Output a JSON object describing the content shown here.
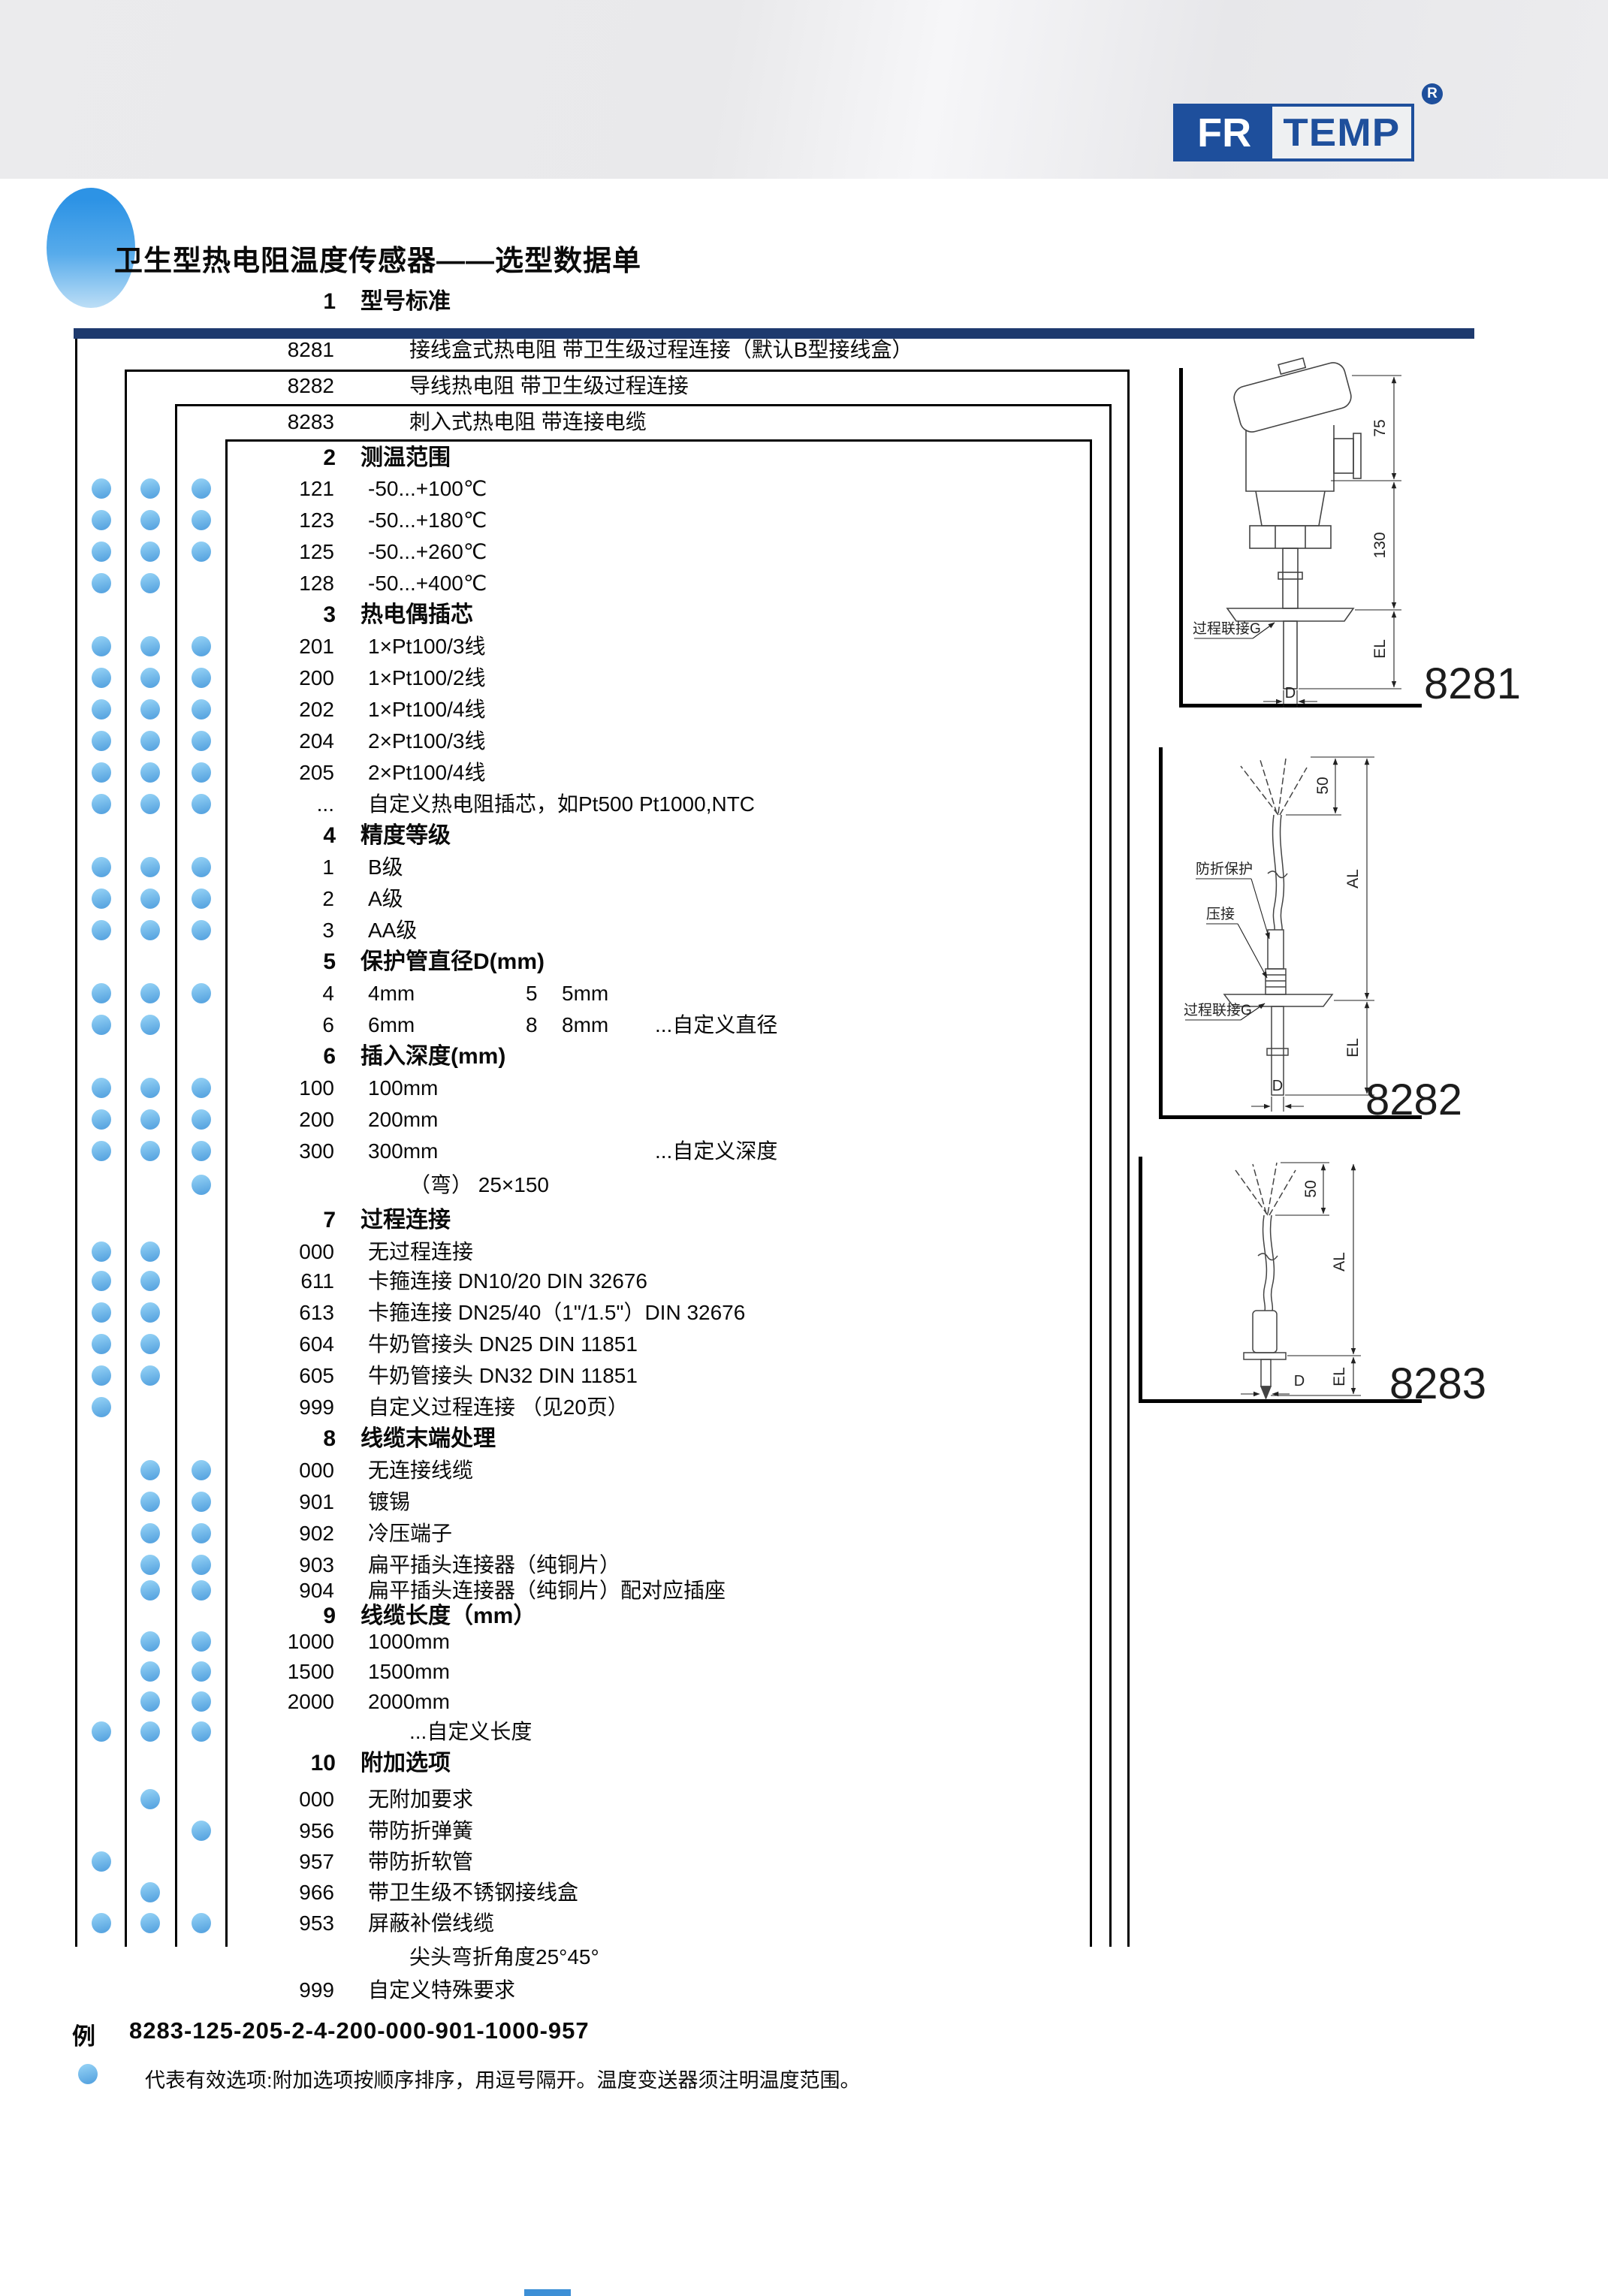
{
  "logo": {
    "fr": "FR",
    "temp": "TEMP",
    "reg": "R"
  },
  "page_title": "卫生型热电阻温度传感器——选型数据单",
  "table": {
    "section1": {
      "number": "1",
      "title": "型号标准"
    },
    "models": [
      {
        "code": "8281",
        "desc": "接线盒式热电阻 带卫生级过程连接（默认B型接线盒）"
      },
      {
        "code": "8282",
        "desc": "导线热电阻 带卫生级过程连接"
      },
      {
        "code": "8283",
        "desc": "刺入式热电阻 带连接电缆"
      }
    ],
    "sections": [
      {
        "number": "2",
        "title": "测温范围",
        "rows": [
          {
            "code": "121",
            "value": "-50...+100℃",
            "dots": [
              1,
              1,
              1
            ]
          },
          {
            "code": "123",
            "value": "-50...+180℃",
            "dots": [
              1,
              1,
              1
            ]
          },
          {
            "code": "125",
            "value": "-50...+260℃",
            "dots": [
              1,
              1,
              1
            ]
          },
          {
            "code": "128",
            "value": "-50...+400℃",
            "dots": [
              1,
              1,
              0
            ]
          }
        ]
      },
      {
        "number": "3",
        "title": "热电偶插芯",
        "rows": [
          {
            "code": "201",
            "value": "1×Pt100/3线",
            "dots": [
              1,
              1,
              1
            ]
          },
          {
            "code": "200",
            "value": "1×Pt100/2线",
            "dots": [
              1,
              1,
              1
            ]
          },
          {
            "code": "202",
            "value": "1×Pt100/4线",
            "dots": [
              1,
              1,
              1
            ]
          },
          {
            "code": "204",
            "value": "2×Pt100/3线",
            "dots": [
              1,
              1,
              1
            ]
          },
          {
            "code": "205",
            "value": "2×Pt100/4线",
            "dots": [
              1,
              1,
              1
            ]
          },
          {
            "code": "...",
            "value": "自定义热电阻插芯，如Pt500  Pt1000,NTC",
            "dots": [
              1,
              1,
              1
            ]
          }
        ]
      },
      {
        "number": "4",
        "title": "精度等级",
        "rows": [
          {
            "code": "1",
            "value": "B级",
            "dots": [
              1,
              1,
              1
            ]
          },
          {
            "code": "2",
            "value": "A级",
            "dots": [
              1,
              1,
              1
            ]
          },
          {
            "code": "3",
            "value": "AA级",
            "dots": [
              1,
              1,
              1
            ]
          }
        ]
      },
      {
        "number": "5",
        "title": "保护管直径D(mm)",
        "rows": [
          {
            "code": "4",
            "value": "4mm",
            "code2": "5",
            "value2": "5mm",
            "dots": [
              1,
              1,
              1
            ]
          },
          {
            "code": "6",
            "value": "6mm",
            "code2": "8",
            "value2": "8mm",
            "note": "...自定义直径",
            "dots": [
              1,
              1,
              0
            ]
          }
        ]
      },
      {
        "number": "6",
        "title": "插入深度(mm)",
        "rows": [
          {
            "code": "100",
            "value": "100mm",
            "dots": [
              1,
              1,
              1
            ]
          },
          {
            "code": "200",
            "value": "200mm",
            "dots": [
              1,
              1,
              1
            ]
          },
          {
            "code": "300",
            "value": "300mm",
            "note": "...自定义深度",
            "dots": [
              1,
              1,
              1
            ]
          },
          {
            "code": "",
            "value": "（弯） 25×150",
            "dots": [
              0,
              0,
              1
            ]
          }
        ]
      },
      {
        "number": "7",
        "title": "过程连接",
        "rows": [
          {
            "code": "000",
            "value": "无过程连接",
            "dots": [
              1,
              1,
              0
            ]
          },
          {
            "code": "611",
            "value": "卡箍连接 DN10/20 DIN 32676",
            "dots": [
              1,
              1,
              0
            ]
          },
          {
            "code": "613",
            "value": "卡箍连接 DN25/40（1\"/1.5\"）DIN 32676",
            "dots": [
              1,
              1,
              0
            ]
          },
          {
            "code": "604",
            "value": "牛奶管接头 DN25 DIN 11851",
            "dots": [
              1,
              1,
              0
            ]
          },
          {
            "code": "605",
            "value": "牛奶管接头 DN32 DIN 11851",
            "dots": [
              1,
              1,
              0
            ]
          },
          {
            "code": "999",
            "value": "自定义过程连接 （见20页）",
            "dots": [
              1,
              0,
              0
            ]
          }
        ]
      },
      {
        "number": "8",
        "title": "线缆末端处理",
        "rows": [
          {
            "code": "000",
            "value": "无连接线缆",
            "dots": [
              0,
              1,
              1
            ]
          },
          {
            "code": "901",
            "value": "镀锡",
            "dots": [
              0,
              1,
              1
            ]
          },
          {
            "code": "902",
            "value": "冷压端子",
            "dots": [
              0,
              1,
              1
            ]
          },
          {
            "code": "903",
            "value": "扁平插头连接器（纯铜片）",
            "dots": [
              0,
              1,
              1
            ]
          },
          {
            "code": "904",
            "value": "扁平插头连接器（纯铜片）配对应插座",
            "dots": [
              0,
              1,
              1
            ]
          }
        ]
      },
      {
        "number": "9",
        "title": "线缆长度（mm）",
        "rows": [
          {
            "code": "1000",
            "value": "1000mm",
            "dots": [
              0,
              1,
              1
            ]
          },
          {
            "code": "1500",
            "value": "1500mm",
            "dots": [
              0,
              1,
              1
            ]
          },
          {
            "code": "2000",
            "value": "2000mm",
            "dots": [
              0,
              1,
              1
            ]
          },
          {
            "code": "",
            "value": "...自定义长度",
            "dots": [
              1,
              1,
              1
            ]
          }
        ]
      },
      {
        "number": "10",
        "title": "附加选项",
        "rows": [
          {
            "code": "000",
            "value": "无附加要求",
            "dots": [
              0,
              1,
              0
            ]
          },
          {
            "code": "956",
            "value": "带防折弹簧",
            "dots": [
              0,
              0,
              1
            ]
          },
          {
            "code": "957",
            "value": "带防折软管",
            "dots": [
              1,
              0,
              0
            ]
          },
          {
            "code": "966",
            "value": "带卫生级不锈钢接线盒",
            "dots": [
              0,
              1,
              0
            ]
          },
          {
            "code": "953",
            "value": "屏蔽补偿线缆",
            "dots": [
              1,
              1,
              1
            ]
          },
          {
            "code": "",
            "value": "尖头弯折角度25°45°",
            "dots": [
              0,
              0,
              0
            ]
          },
          {
            "code": "999",
            "value": "自定义特殊要求",
            "dots": [
              0,
              0,
              0
            ]
          }
        ]
      }
    ]
  },
  "drawings": {
    "d8281": {
      "label": "8281",
      "dim_top": "75",
      "dim_mid": "130",
      "dim_el": "EL",
      "dim_d": "D",
      "callout_process": "过程联接G"
    },
    "d8282": {
      "label": "8282",
      "dim_top": "50",
      "dim_al": "AL",
      "dim_el": "EL",
      "dim_d": "D",
      "callout_antikink": "防折保护",
      "callout_crimp": "压接",
      "callout_process": "过程联接G"
    },
    "d8283": {
      "label": "8283",
      "dim_top": "50",
      "dim_al": "AL",
      "dim_el": "EL",
      "dim_d": "D"
    }
  },
  "example": {
    "label": "例",
    "value": "8283-125-205-2-4-200-000-901-1000-957"
  },
  "legend": "代表有效选项:附加选项按顺序排序，用逗号隔开。温度变送器须注明温度范围。",
  "colors": {
    "navy": "#1e3a6e",
    "logo_blue": "#1e4f9c",
    "dot_blue": "#5aa6e1",
    "ellipse_blue": "#2d93e5"
  }
}
